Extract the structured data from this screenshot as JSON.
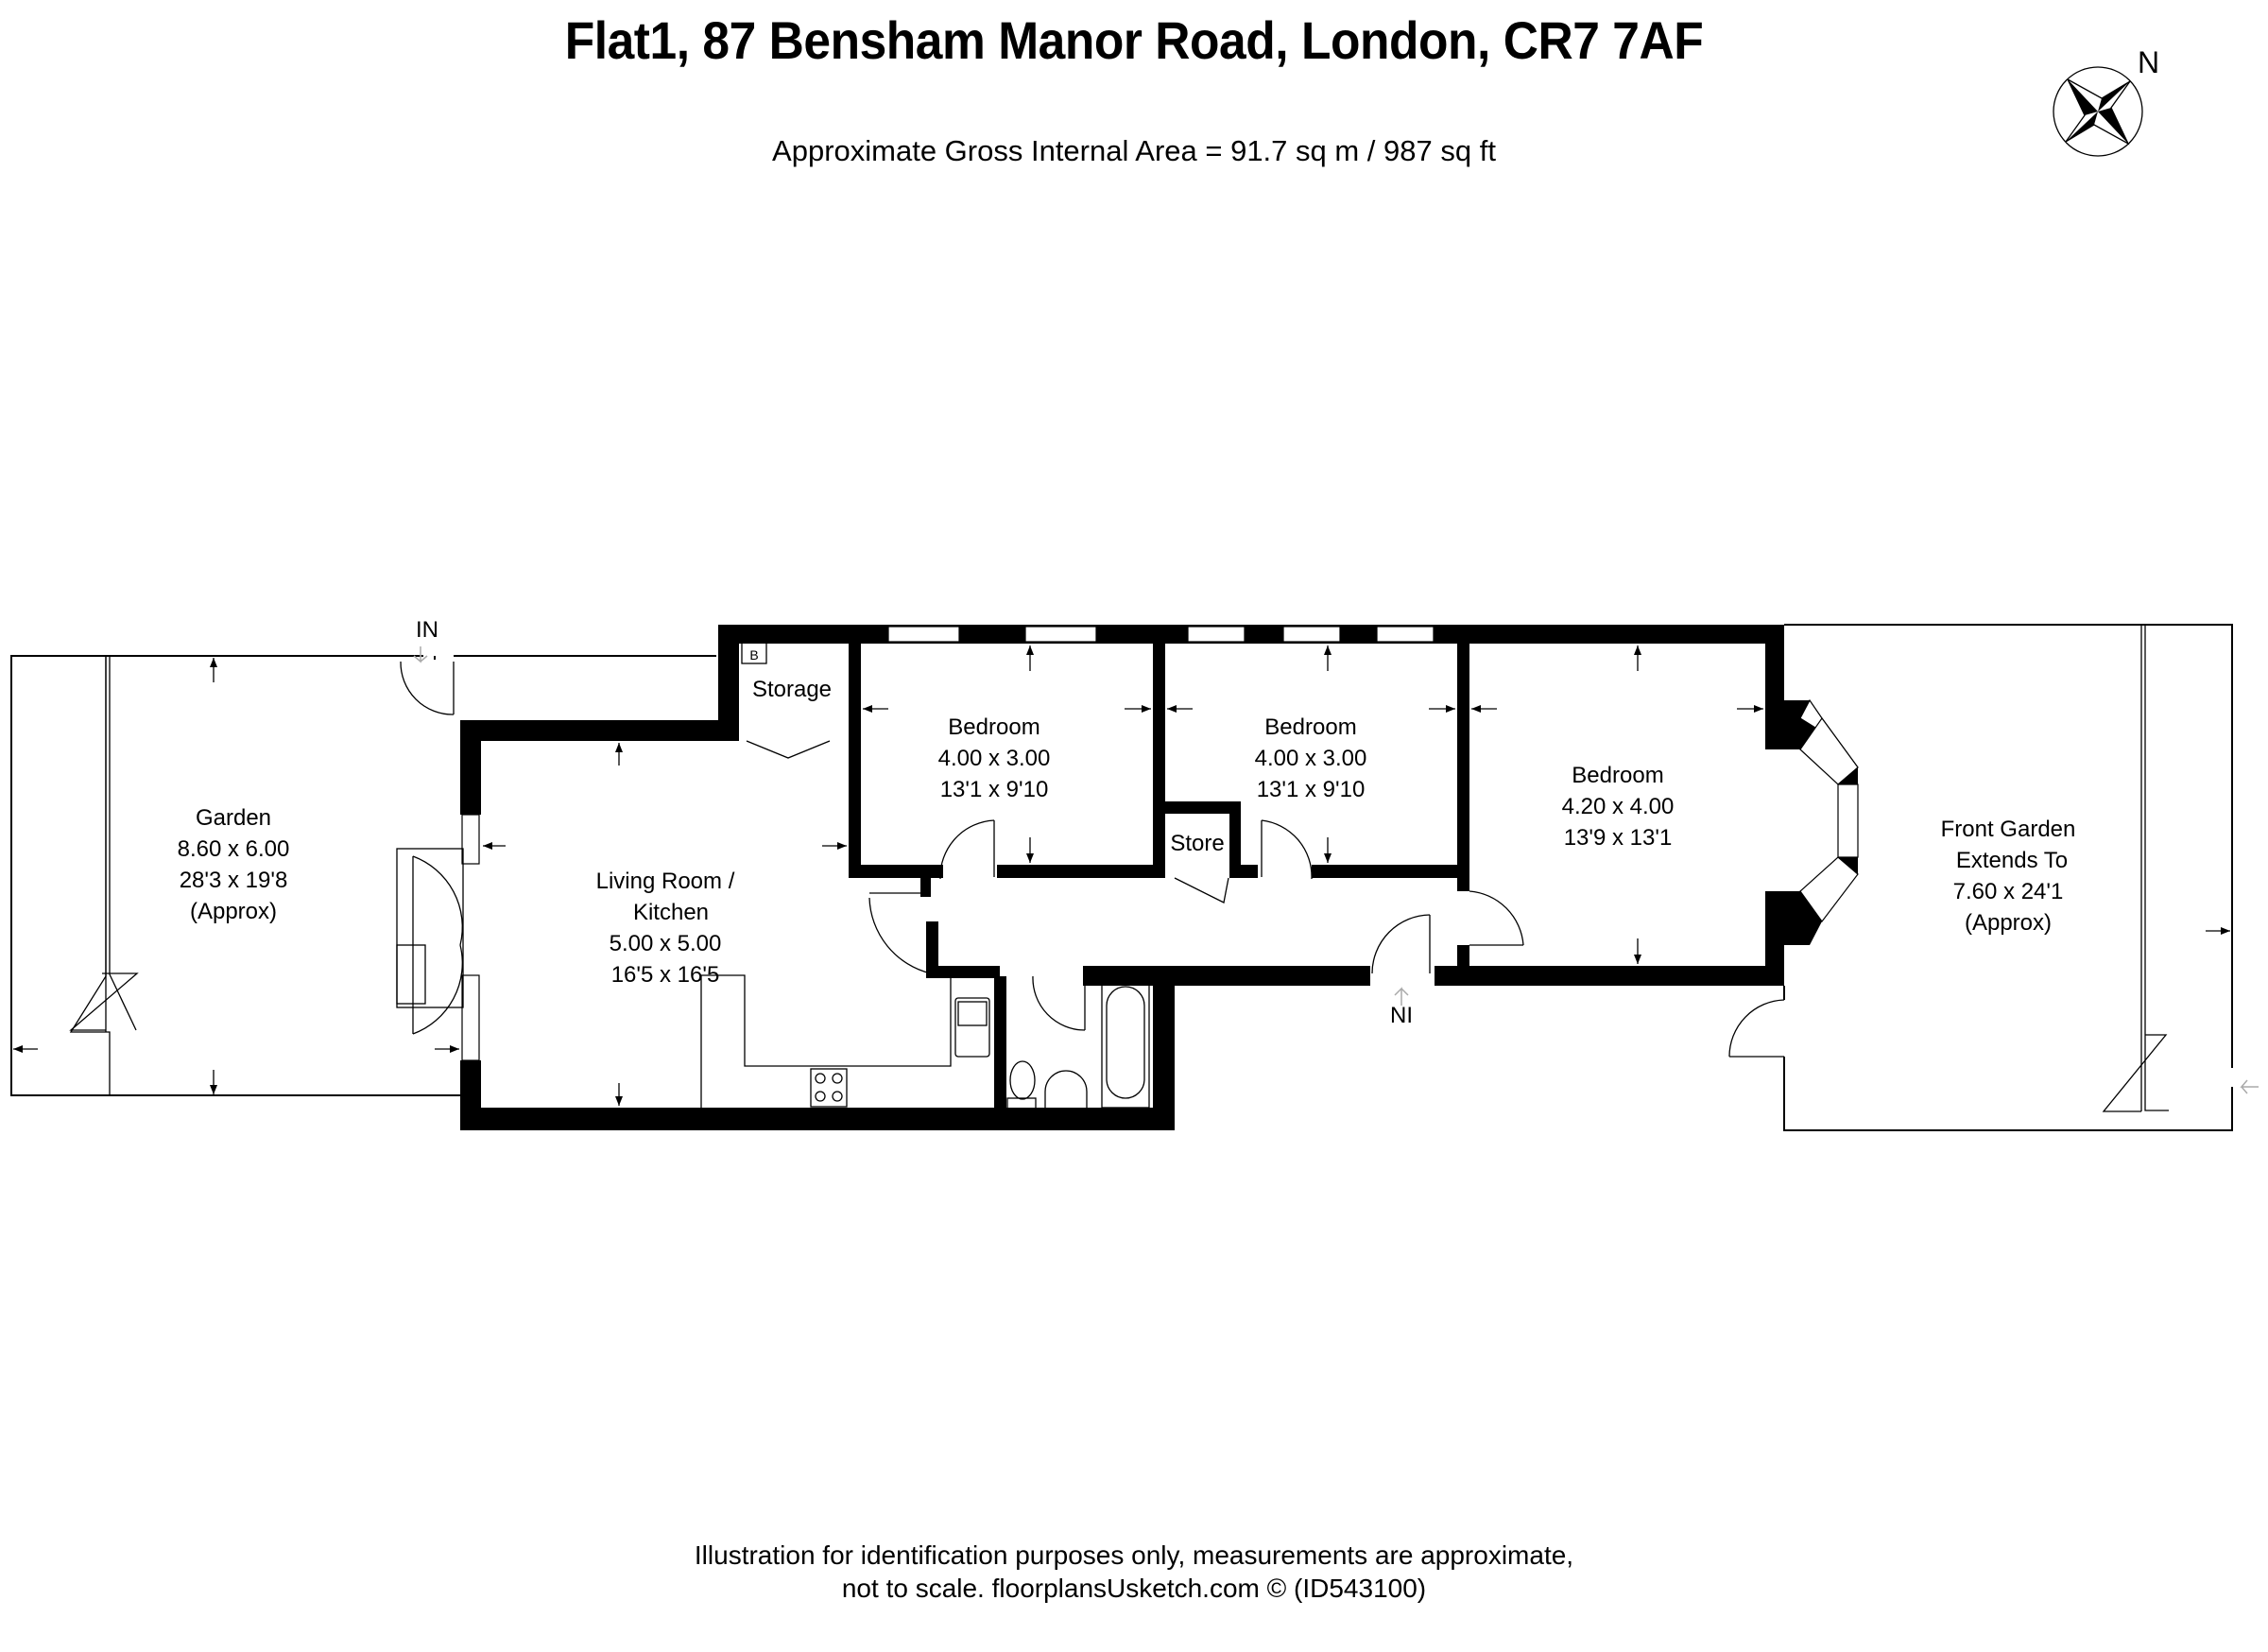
{
  "header": {
    "title": "Flat1, 87 Bensham Manor Road, London, CR7 7AF",
    "subtitle": "Approximate Gross Internal Area = 91.7 sq m / 987 sq ft"
  },
  "compass": {
    "icon": "compass-rose-icon",
    "label": "N"
  },
  "entrances": [
    {
      "label": "IN",
      "icon": "entry-arrow-down-icon"
    },
    {
      "label": "NI",
      "icon": "entry-arrow-up-icon"
    }
  ],
  "rooms": {
    "garden": {
      "name": "Garden",
      "metric": "8.60 x 6.00",
      "imperial": "28'3 x 19'8",
      "note": "(Approx)"
    },
    "living": {
      "name_line1": "Living Room /",
      "name_line2": "Kitchen",
      "metric": "5.00 x 5.00",
      "imperial": "16'5 x 16'5"
    },
    "storage": {
      "name": "Storage",
      "boiler": "B"
    },
    "bedroom1": {
      "name": "Bedroom",
      "metric": "4.00 x 3.00",
      "imperial": "13'1 x 9'10"
    },
    "bedroom2": {
      "name": "Bedroom",
      "metric": "4.00 x 3.00",
      "imperial": "13'1 x 9'10"
    },
    "store": {
      "name": "Store"
    },
    "bedroom3": {
      "name": "Bedroom",
      "metric": "4.20 x 4.00",
      "imperial": "13'9 x 13'1"
    },
    "front_garden": {
      "name": "Front Garden",
      "line2": "Extends To",
      "dims": "7.60 x 24'1",
      "note": "(Approx)"
    }
  },
  "footer": {
    "line1": "Illustration for identification purposes only, measurements are approximate,",
    "line2": "not to scale. floorplansUsketch.com © (ID543100)"
  }
}
